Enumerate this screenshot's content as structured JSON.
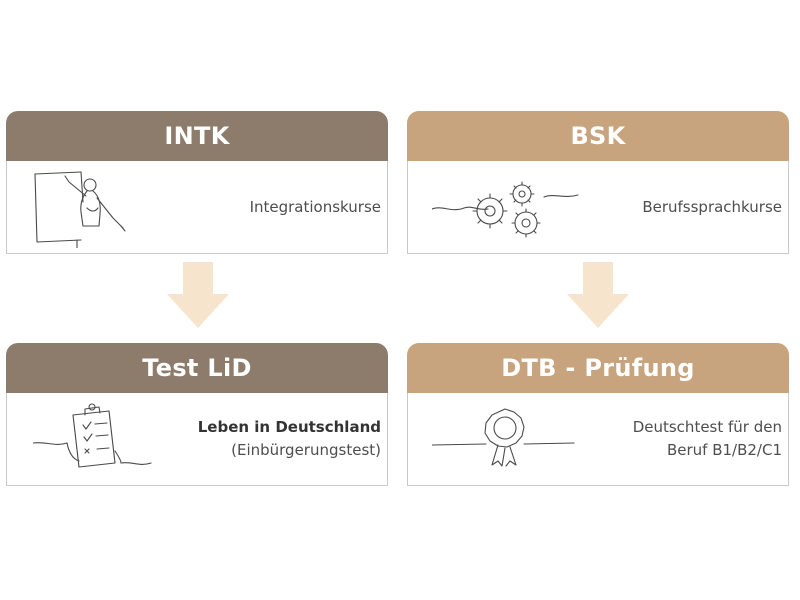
{
  "colors": {
    "dark_header": "#8d7c6b",
    "light_header": "#c7a37e",
    "arrow": "#f7e4cc",
    "line_art": "#4a4a4a"
  },
  "cards": {
    "intk": {
      "title": "INTK",
      "illustration": "teacher-at-whiteboard-icon",
      "text": "Integrationskurse"
    },
    "bsk": {
      "title": "BSK",
      "illustration": "gears-icon",
      "text": "Berufssprachkurse"
    },
    "lid": {
      "title": "Test LiD",
      "illustration": "clipboard-checklist-icon",
      "text_bold": "Leben in Deutschland",
      "text_sub": "(Einbürgerungstest)"
    },
    "dtb": {
      "title": "DTB - Prüfung",
      "illustration": "certificate-seal-icon",
      "text_line1": "Deutschtest für den",
      "text_line2": "Beruf B1/B2/C1"
    }
  },
  "arrows": [
    {
      "from": "INTK",
      "to": "Test LiD",
      "direction": "down"
    },
    {
      "from": "BSK",
      "to": "DTB - Prüfung",
      "direction": "down"
    }
  ]
}
